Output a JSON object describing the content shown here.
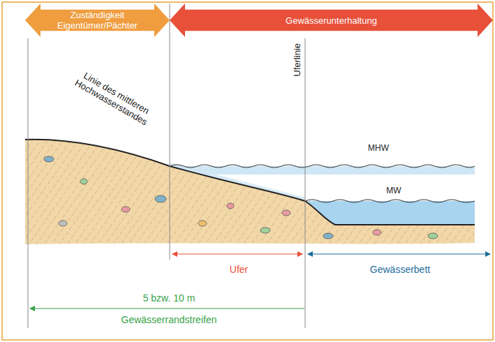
{
  "diagram": {
    "nodes": [
      {
        "text": [
          "Zuständigkeit Eigentümer/Pächter"
        ]
      },
      {
        "text": [
          "Gewässerunterhaltung"
        ]
      }
    ],
    "labels": [
      "Linie des mittleren Hochwasserstandes",
      "Uferlinie",
      "MHW",
      "MW",
      "Ufer",
      "Gewässerbett",
      "5 bzw. 10 m",
      "Gewässerrandstreifen"
    ]
  }
}
